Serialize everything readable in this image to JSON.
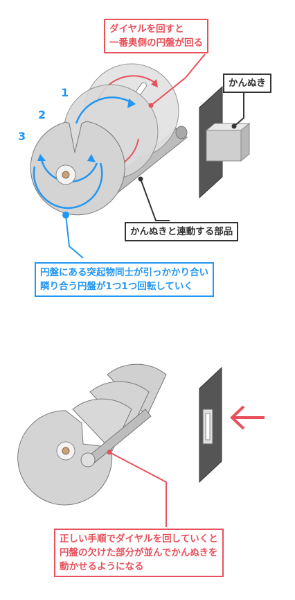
{
  "top_callout": {
    "line1": "ダイヤルを回すと",
    "line2": "一番奥側の円盤が回る"
  },
  "bolt_label": "かんぬき",
  "part_label": "かんぬきと連動する部品",
  "numbers": [
    "1",
    "2",
    "3"
  ],
  "middle_callout": {
    "line1": "円盤にある突起物同士が引っかかり合い",
    "line2": "隣り合う円盤が1つ1つ回転していく"
  },
  "bottom_callout": {
    "line1": "正しい手順でダイヤルを回していくと",
    "line2": "円盤の欠けた部分が並んでかんぬきを",
    "line3": "動かせるようになる"
  },
  "colors": {
    "accent_red": "#e8505b",
    "accent_blue": "#2196f3",
    "dark": "#333333",
    "disc": "#d9d9d9"
  }
}
